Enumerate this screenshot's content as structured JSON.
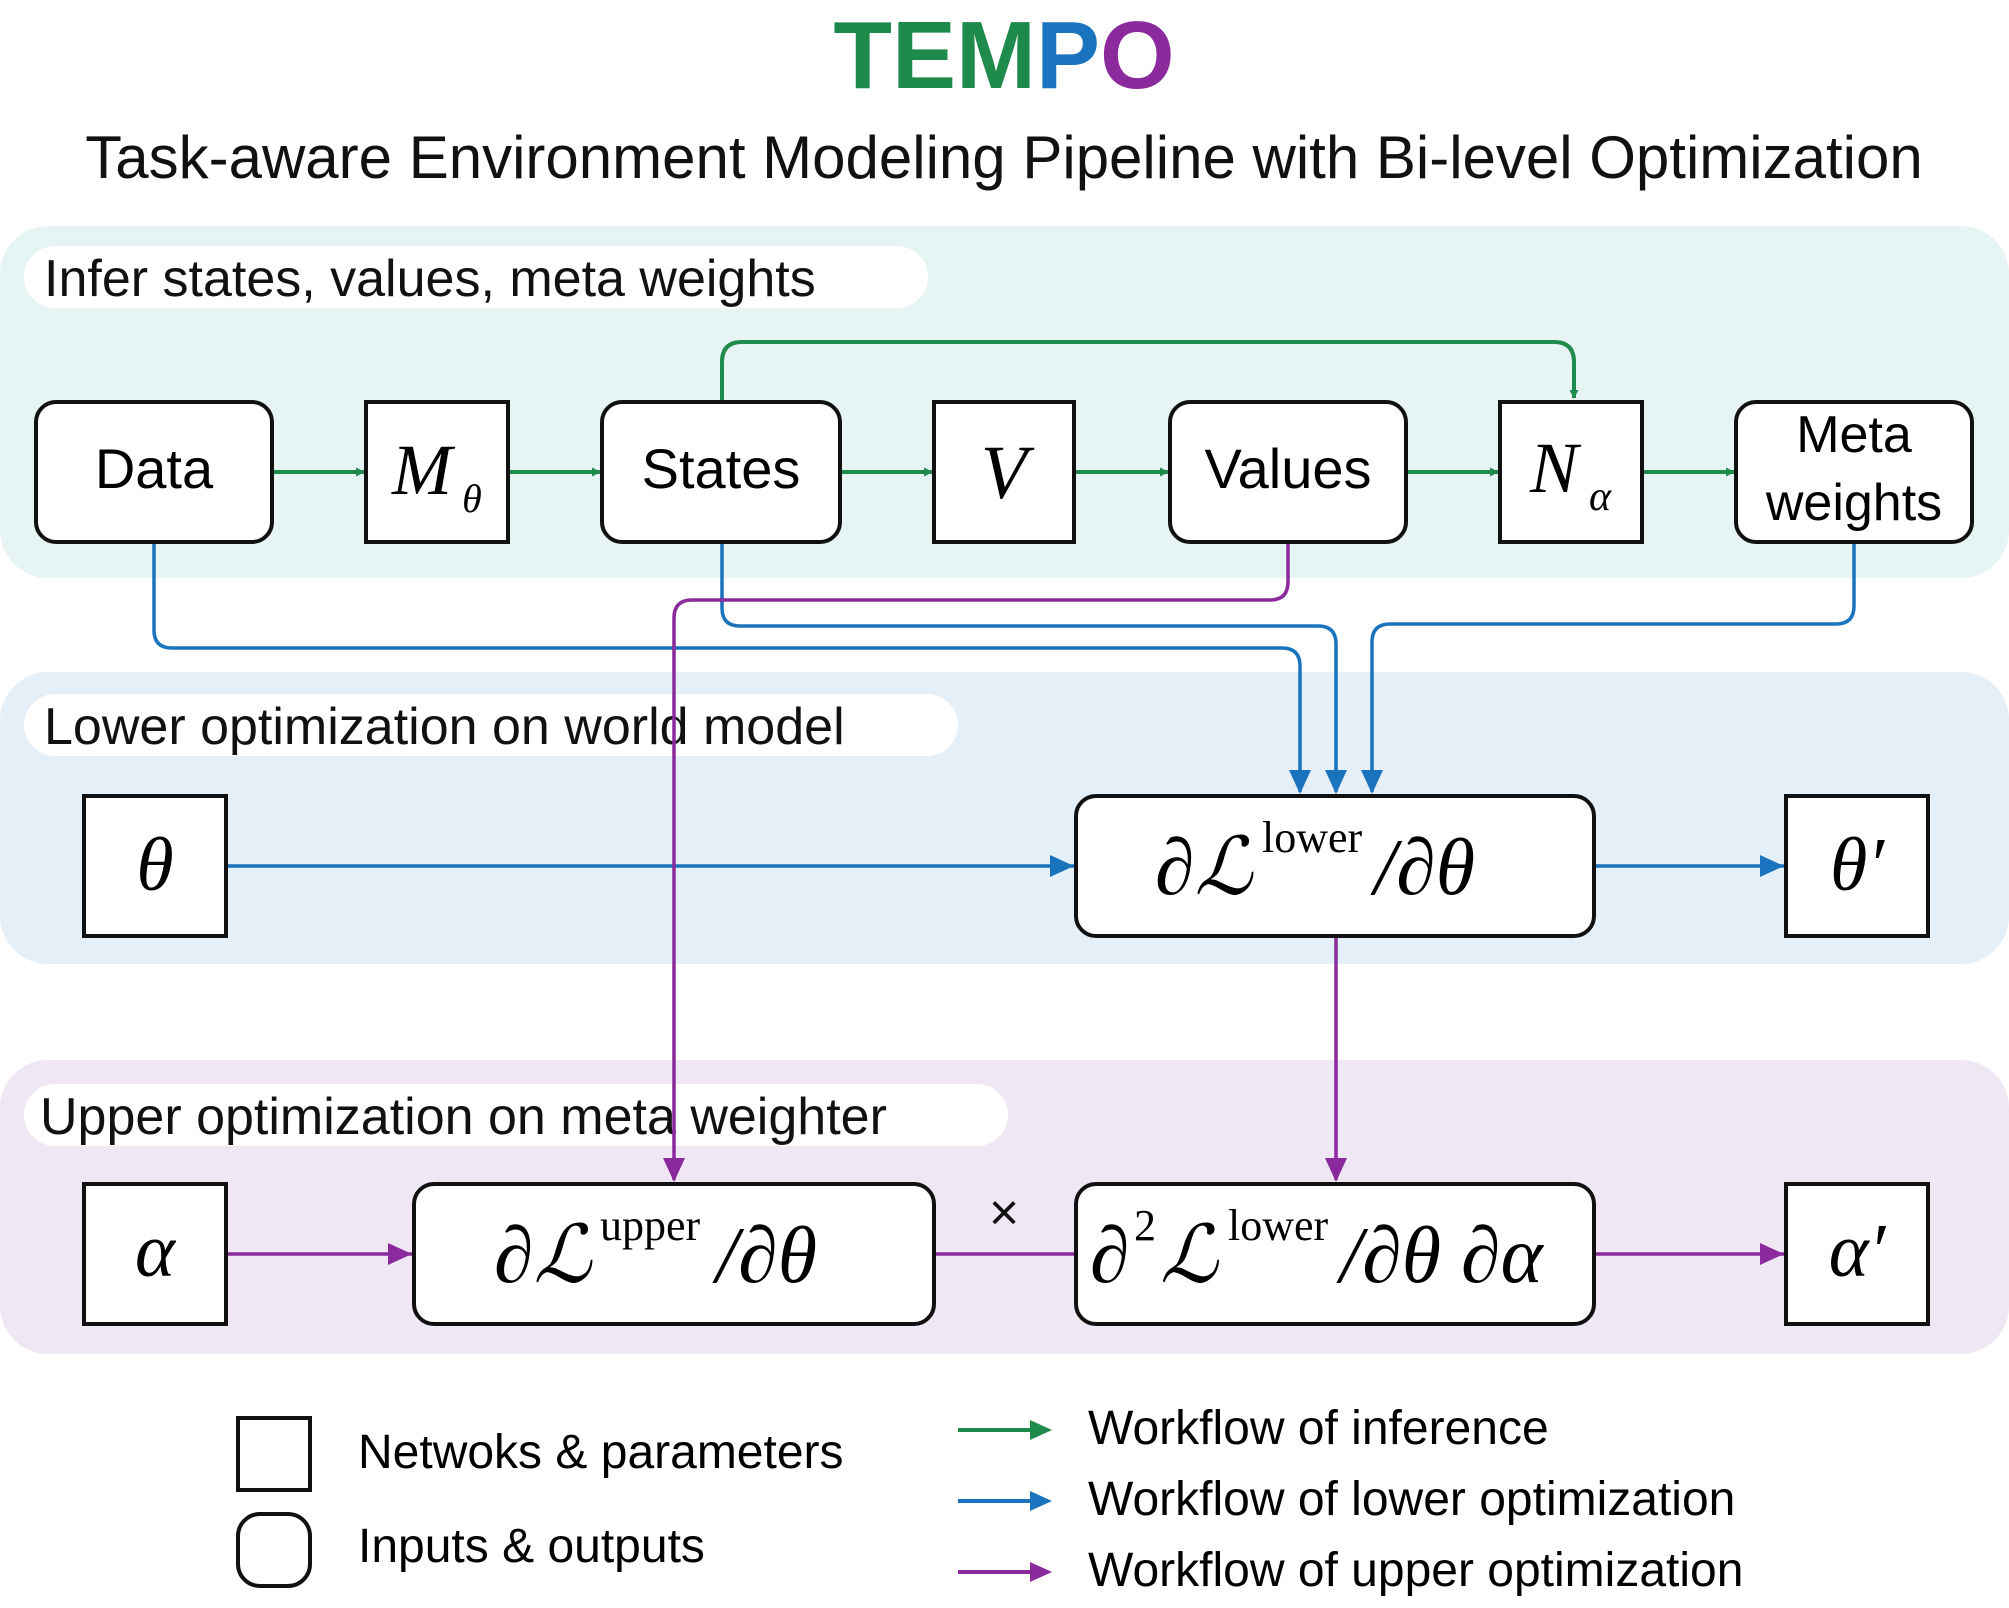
{
  "title": {
    "letters": [
      {
        "char": "T",
        "color": "#1e8a4c"
      },
      {
        "char": "E",
        "color": "#1e8a4c"
      },
      {
        "char": "M",
        "color": "#1e8a4c"
      },
      {
        "char": "P",
        "color": "#1a73bd"
      },
      {
        "char": "O",
        "color": "#8a2a9c"
      }
    ],
    "subtitle": "Task-aware Environment Modeling Pipeline with Bi-level Optimization"
  },
  "colors": {
    "inference": "#1e8a4c",
    "lower": "#1a73bd",
    "upper": "#8a2a9c",
    "panel_infer": "#e6f4f3",
    "panel_lower": "#e5eff8",
    "panel_upper": "#efe8f4"
  },
  "panels": {
    "infer": "Infer states, values, meta weights",
    "lower": "Lower optimization on world model",
    "upper": "Upper optimization on meta weighter"
  },
  "nodes": {
    "data": "Data",
    "m_theta": {
      "base": "M",
      "sub": "θ"
    },
    "states": "States",
    "v": "V",
    "values": "Values",
    "n_alpha": {
      "base": "N",
      "sub": "α"
    },
    "meta_weights": [
      "Meta",
      "weights"
    ],
    "theta": "θ",
    "grad_lower": {
      "partial": "∂",
      "loss": "ℒ",
      "sup": "lower",
      "denom": "/∂θ"
    },
    "theta_prime": "θ′",
    "alpha": "α",
    "grad_upper": {
      "partial": "∂",
      "loss": "ℒ",
      "sup": "upper",
      "denom": "/∂θ"
    },
    "times": "×",
    "hessian": {
      "partial": "∂",
      "power": "2",
      "loss": "ℒ",
      "sup": "lower",
      "denom": "/∂θ ∂α"
    },
    "alpha_prime": "α′"
  },
  "legend": {
    "networks": "Netwoks & parameters",
    "io": "Inputs & outputs",
    "inference": "Workflow of inference",
    "lower": "Workflow of lower optimization",
    "upper": "Workflow of upper optimization"
  }
}
